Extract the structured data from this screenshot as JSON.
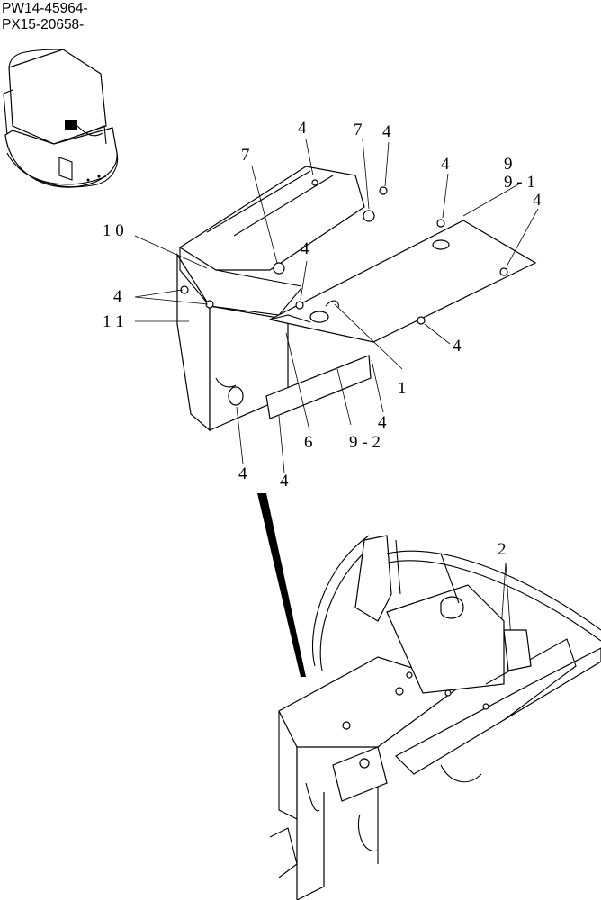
{
  "serial_ranges": [
    "PW14-45964-",
    "PX15-20658-"
  ],
  "callouts": {
    "c4a": "4",
    "c7a": "7",
    "c4b": "4",
    "c7b": "7",
    "c4c": "4",
    "c9": "9",
    "c9_1": "9 - 1",
    "c4d": "4",
    "c10": "1 0",
    "c4e": "4",
    "c4f": "4",
    "c11": "1 1",
    "c4g": "4",
    "c1": "1",
    "c4h": "4",
    "c6": "6",
    "c9_2": "9 - 2",
    "c4i": "4",
    "c4j": "4",
    "c2": "2"
  }
}
